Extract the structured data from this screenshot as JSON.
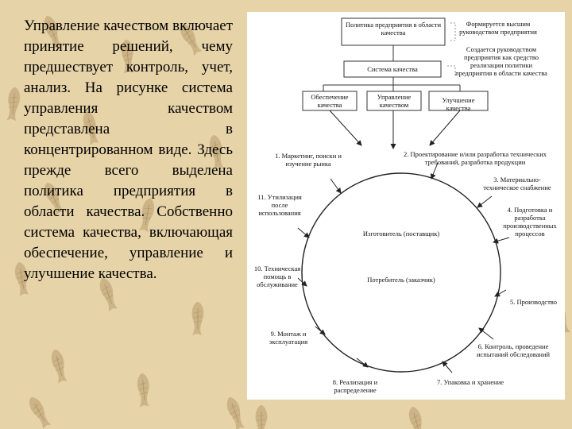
{
  "slide": {
    "paragraph": "Управление качеством включает принятие решений, чему предшествует контроль, учет, анализ. На рисунке система управления качеством представлена в концентрированном виде. Здесь прежде всего выделена политика предприятия в области качества. Собственно система качества, включающая обеспечение, управление и улучшение качества."
  },
  "diagram": {
    "top_boxes": {
      "policy": "Политика предприятия в области качества",
      "system": "Система качества",
      "assurance": "Обеспечение качества",
      "management": "Управление качеством",
      "improvement": "Улучшение качества"
    },
    "notes": {
      "policy_note": "Формируется высшим руководством предприятия",
      "system_note": "Создается руководством предприятия как средство реализации политики предприятия в области качества"
    },
    "circle_center": {
      "manufacturer": "Изготовитель (поставщик)",
      "consumer": "Потребитель (заказчик)"
    },
    "stages": [
      "1. Маркетинг, поиски и изучение рынка",
      "2. Проектирование и/или разработка технических требований, разработка продукции",
      "3. Материально-техническое снабжение",
      "4. Подготовка и разработка производственных процессов",
      "5. Производство",
      "6. Контроль, проведение испытаний обследований",
      "7. Упаковка и хранение",
      "8. Реализация и распределение",
      "9. Монтаж и эксплуатация",
      "10. Техническая помощь в обслуживание",
      "11. Утилизация после использования"
    ]
  }
}
